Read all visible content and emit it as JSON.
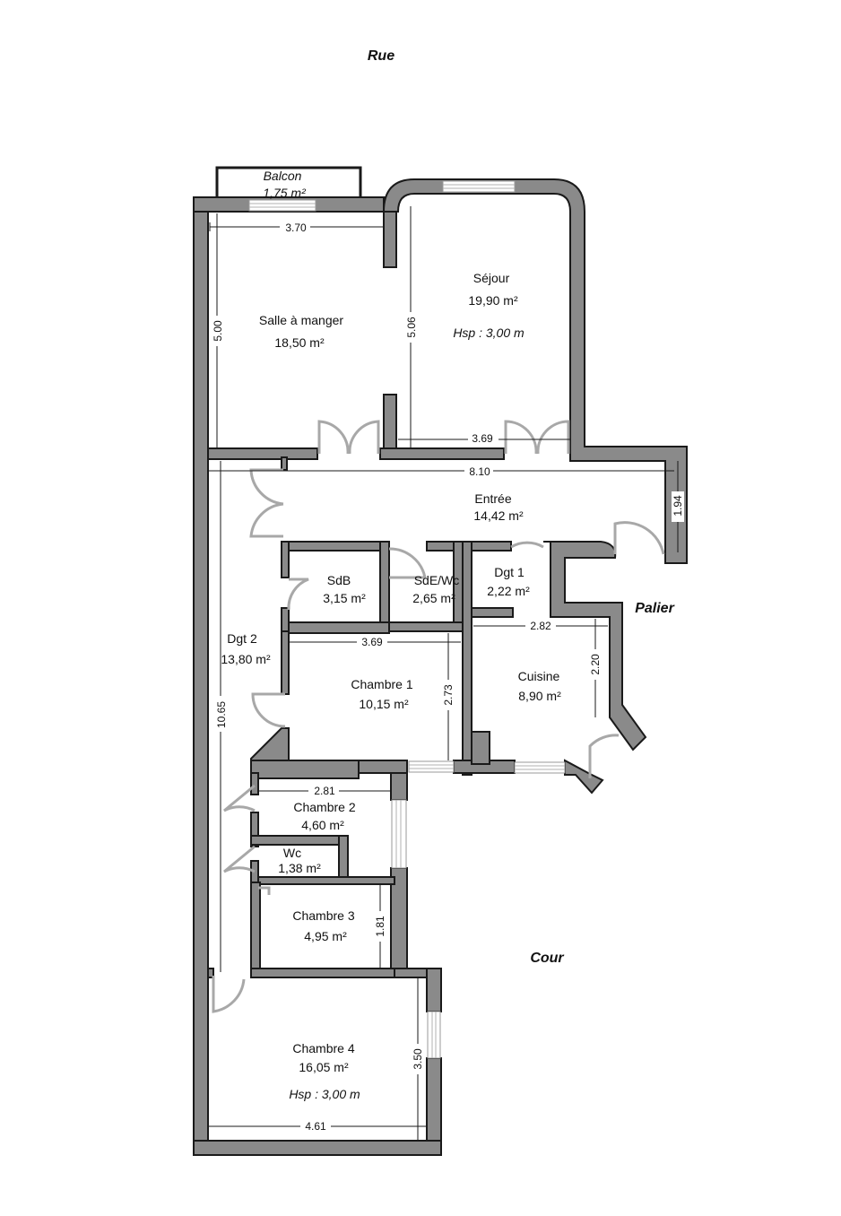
{
  "orientation": {
    "street": "Rue",
    "courtyard": "Cour",
    "landing": "Palier"
  },
  "rooms": {
    "balcon": {
      "name": "Balcon",
      "area": "1,75 m²"
    },
    "salle_a_manger": {
      "name": "Salle à manger",
      "area": "18,50 m²"
    },
    "sejour": {
      "name": "Séjour",
      "area": "19,90 m²",
      "ceiling": "Hsp : 3,00 m"
    },
    "entree": {
      "name": "Entrée",
      "area": "14,42 m²"
    },
    "sdb": {
      "name": "SdB",
      "area": "3,15 m²"
    },
    "sde_wc": {
      "name": "SdE/Wc",
      "area": "2,65 m²"
    },
    "dgt1": {
      "name": "Dgt 1",
      "area": "2,22 m²"
    },
    "dgt2": {
      "name": "Dgt 2",
      "area": "13,80 m²"
    },
    "chambre1": {
      "name": "Chambre 1",
      "area": "10,15 m²"
    },
    "cuisine": {
      "name": "Cuisine",
      "area": "8,90 m²"
    },
    "chambre2": {
      "name": "Chambre 2",
      "area": "4,60 m²"
    },
    "wc": {
      "name": "Wc",
      "area": "1,38 m²"
    },
    "chambre3": {
      "name": "Chambre 3",
      "area": "4,95 m²"
    },
    "chambre4": {
      "name": "Chambre 4",
      "area": "16,05 m²",
      "ceiling": "Hsp : 3,00 m"
    }
  },
  "dimensions": {
    "salle_width": "3.70",
    "salle_depth": "5.00",
    "sejour_depth": "5.06",
    "sejour_width": "3.69",
    "entree_length": "8.10",
    "entree_depth": "1.94",
    "chambre1_width": "3.69",
    "chambre1_depth": "2.73",
    "cuisine_width": "2.82",
    "cuisine_depth": "2.20",
    "dgt2_length": "10.65",
    "chambre2_width": "2.81",
    "chambre3_depth": "1.81",
    "chambre4_depth": "3.50",
    "chambre4_width": "4.61"
  }
}
